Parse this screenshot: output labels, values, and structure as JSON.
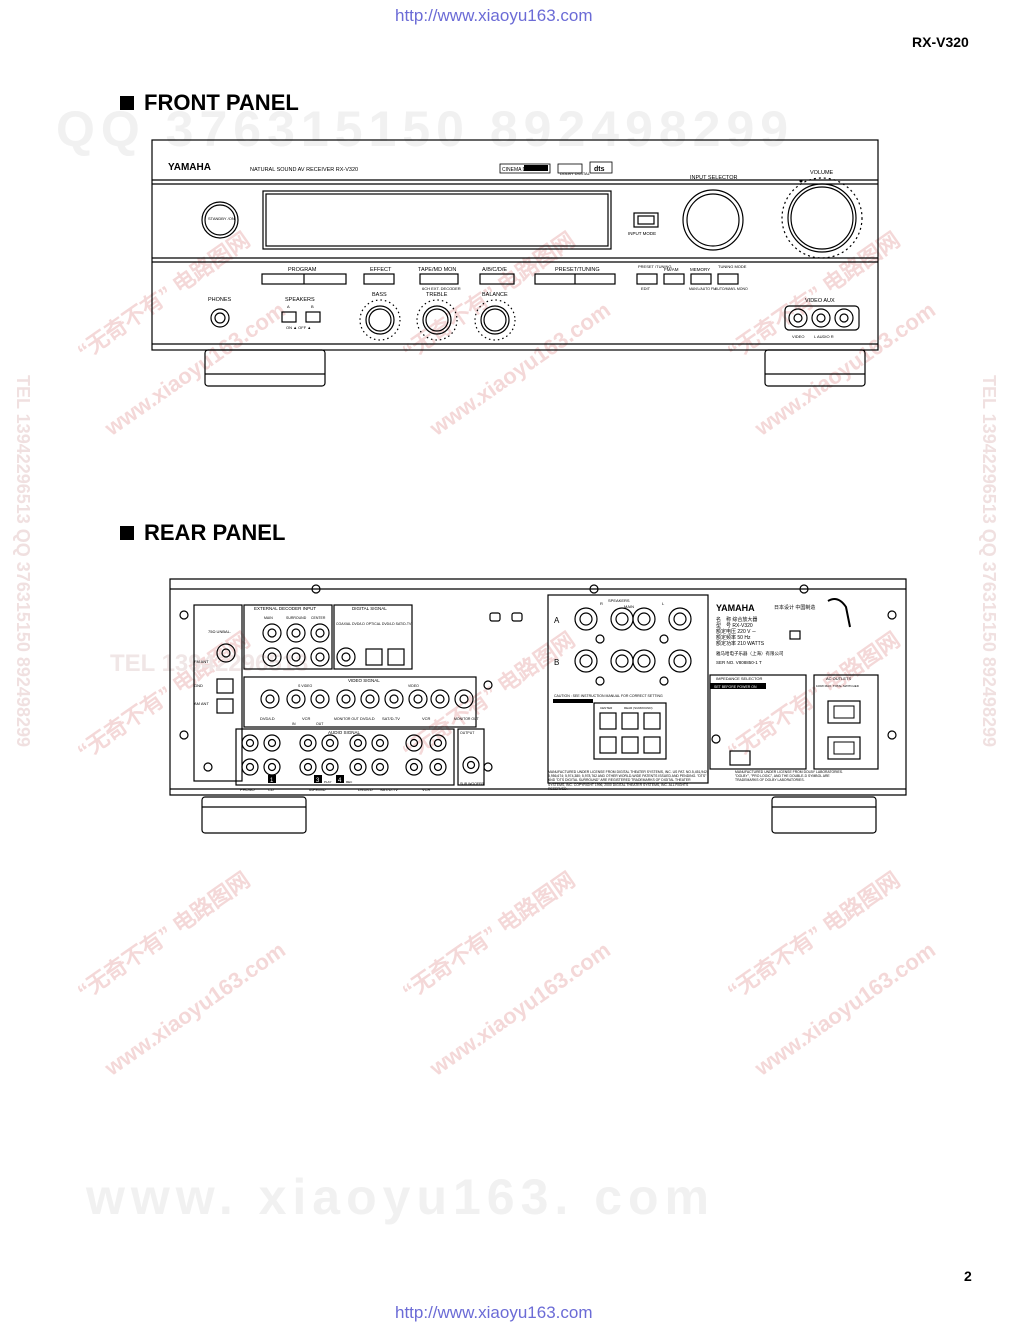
{
  "header": {
    "url_top": "http://www.xiaoyu163.com",
    "model": "RX-V320"
  },
  "footer": {
    "url_bottom": "http://www.xiaoyu163.com",
    "page_number": "2"
  },
  "watermarks": {
    "qq_line": "QQ 376315150   892498299",
    "site_big": "www. xiaoyu163. com",
    "diag_cn": "“无奇不有” 电路图网",
    "diag_site": "www.xiaoyu163.com",
    "vertical": "TEL 13942296513  QQ 376315150  892498299",
    "tel_line": "TEL 13942296513"
  },
  "front_panel": {
    "title": "FRONT PANEL",
    "brand": "YAMAHA",
    "product_line": "NATURAL SOUND   AV RECEIVER   RX-V320",
    "logo_cinema": "CINEMA DSP",
    "logo_dolby": "DOLBY DIGITAL",
    "logo_dts": "dts",
    "standby_label": "STANDBY /ON",
    "input_mode_label": "INPUT MODE",
    "input_selector_label": "INPUT SELECTOR",
    "volume_label": "VOLUME",
    "program_label": "PROGRAM",
    "effect_label": "EFFECT",
    "tape_label": "TAPE/MD MON",
    "ext_decoder_label": "6CH EXT. DECODER",
    "abcde_label": "A/B/C/D/E",
    "preset_label": "PRESET/TUNING",
    "preset_tuning_label": "PRESET /TUNING",
    "edit_label": "EDIT",
    "fmam_label": "FM/AM",
    "memory_label": "MEMORY",
    "tuning_mode_label": "TUNING MODE",
    "memory_sub": "MAN'L/AUTO FM",
    "tuning_sub": "AUTO/MAN'L MONO",
    "phones_label": "PHONES",
    "speakers_label": "SPEAKERS",
    "speakers_a": "A",
    "speakers_b": "B",
    "speakers_onoff": "ON ▲  OFF ▲",
    "bass_label": "BASS",
    "treble_label": "TREBLE",
    "balance_label": "BALANCE",
    "video_aux_label": "VIDEO AUX",
    "video_aux_video": "VIDEO",
    "video_aux_audio": "L  AUDIO  R"
  },
  "rear_panel": {
    "title": "REAR PANEL",
    "ext_decoder_input": "EXTERNAL DECODER INPUT",
    "digital_signal": "DIGITAL SIGNAL",
    "main_label": "MAIN",
    "surround_label": "SURROUND",
    "center_label": "CENTER",
    "coaxial_label": "COAXIAL DVD/LD",
    "optical_label": "OPTICAL DVD/LD  SAT/D-TV",
    "antenna_label": "75Ω UNBAL.",
    "fm_ant": "FM ANT",
    "gnd_label": "GND",
    "am_ant": "AM ANT",
    "video_signal": "VIDEO SIGNAL",
    "s_video": "S VIDEO",
    "video_label": "VIDEO",
    "dvd_ld": "DVD/LD",
    "vcr": "VCR",
    "monitor_out": "MONITOR OUT",
    "sat_dtv": "SAT/D-TV",
    "in_label": "IN",
    "out_label": "OUT",
    "audio_signal": "AUDIO SIGNAL",
    "output_label": "OUTPUT",
    "phono": "PHONO",
    "cd": "CD",
    "tape_md": "TAPE/MD",
    "subwoofer": "SUB WOOFER",
    "play_label": "PLAY",
    "rec_label": "REC",
    "num1": "1",
    "num3": "3",
    "num4": "4",
    "speakers_label": "SPEAKERS",
    "speakers_main": "MAIN",
    "spk_a": "A",
    "spk_b": "B",
    "spk_r": "R",
    "spk_l": "L",
    "caution": "CAUTION : SEE INSTRUCTION MANUAL FOR CORRECT SETTING",
    "center_spk": "CENTER",
    "rear_spk": "REAR (SURROUND)",
    "brand": "YAMAHA",
    "made_in": "日本设计 中国制造",
    "spec_name": "名　称  综合放大器",
    "spec_model": "型　号  RX-V320",
    "spec_voltage": "额定电压  220 V ∼",
    "spec_freq": "额定频率  50 Hz",
    "spec_power": "额定功率  210 WATTS",
    "spec_company": "雅马哈电子乐器（上海）有限公司",
    "ser_no": "SER NO.   V808850-1   T",
    "impedance_selector": "IMPEDANCE SELECTOR",
    "set_before_power_on": "SET BEFORE POWER ON",
    "ac_outlets": "AC OUTLETS",
    "ac_spec": "100W MAX. TOTAL SWITCHED",
    "license_dts": "MANUFACTURED UNDER LICENSE FROM DIGITAL THEATER SYSTEMS, INC. US PAT. NO.5,451,942; 5,956,674; 5,974,380; 5,978,762 AND OTHER WORLD-WIDE PATENTS ISSUED AND PENDING. \"DTS\" AND \"DTS DIGITAL SURROUND\" ARE REGISTERED TRADEMARKS OF DIGITAL THEATER SYSTEMS, INC. COPYRIGHT 1996, 2000 DIGITAL THEATER SYSTEMS, INC. ALL RIGHTS RESERVED.",
    "license_dolby": "MANUFACTURED UNDER LICENSE FROM DOLBY LABORATORIES. \"DOLBY\", \"PRO LOGIC\", AND THE DOUBLE-D SYMBOL ARE TRADEMARKS OF DOLBY LABORATORIES."
  }
}
